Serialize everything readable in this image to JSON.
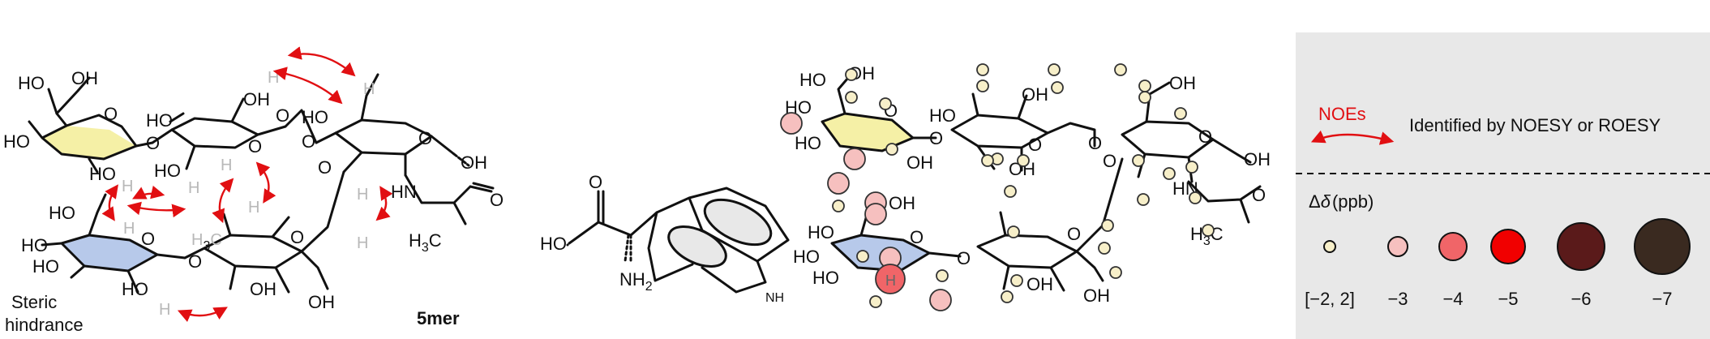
{
  "left_panel": {
    "compound_label": "5mer",
    "steric_label_line1": "Steric",
    "steric_label_line2": "hindrance",
    "atoms": {
      "ho": "HO",
      "oh": "OH",
      "o": "O",
      "h": "H",
      "hn": "HN",
      "h3c": "H",
      "h3c_sub": "3",
      "h3c_c": "C",
      "h3": "H",
      "h3_sub": "3",
      "c": "C"
    }
  },
  "middle_panel": {
    "atoms": {
      "ho": "HO",
      "oh": "OH",
      "o": "O",
      "nh2": "NH",
      "nh2_sub": "2",
      "nh": "NH",
      "hn": "HN",
      "h": "H",
      "h3": "H",
      "h3_sub": "3",
      "c": "C"
    }
  },
  "legend": {
    "noe_label": "NOEs",
    "noe_text": "Identified by NOESY or ROESY",
    "delta_label": "Δ",
    "delta_symbol": "δ",
    "delta_unit": "(ppb)",
    "bins": [
      {
        "label": "[−2, 2]",
        "color": "#f7efc9"
      },
      {
        "label": "−3",
        "color": "#f6c0bf"
      },
      {
        "label": "−4",
        "color": "#f06568"
      },
      {
        "label": "−5",
        "color": "#f10000"
      },
      {
        "label": "−6",
        "color": "#5a1a1a"
      },
      {
        "label": "−7",
        "color": "#3a2a20"
      }
    ],
    "background": "#e8e8e8"
  },
  "colors": {
    "noe_arrow": "#e10f12",
    "yellow_ring": "#f5f0a6",
    "blue_ring": "#b7c9ea"
  }
}
